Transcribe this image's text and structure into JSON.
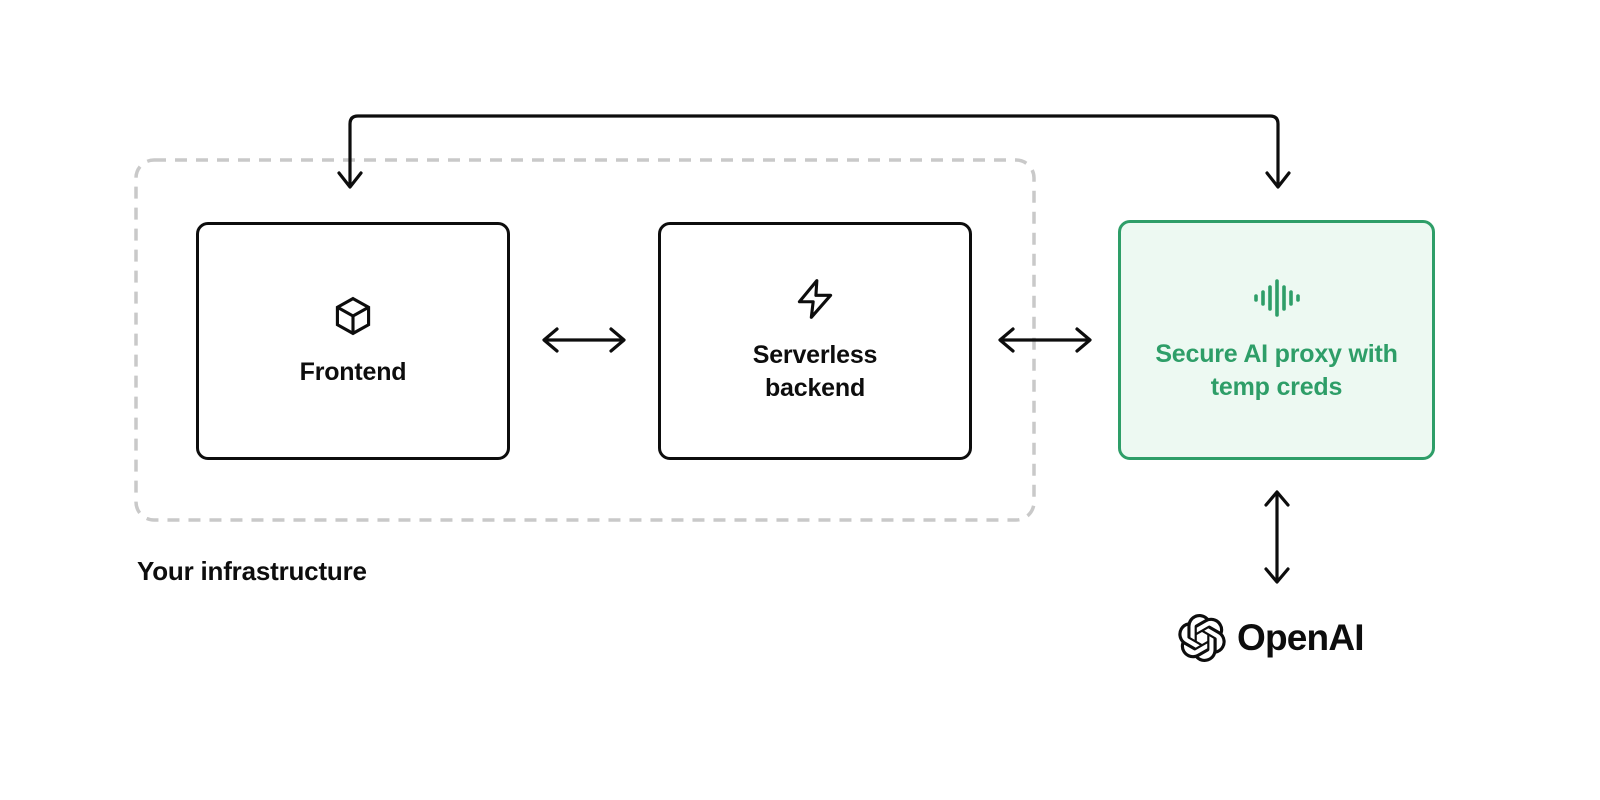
{
  "infrastructure": {
    "label": "Your infrastructure"
  },
  "nodes": {
    "frontend": {
      "label": "Frontend",
      "icon": "cube-icon"
    },
    "serverless_backend": {
      "label": "Serverless backend",
      "icon": "lightning-bolt-icon"
    },
    "secure_proxy": {
      "label": "Secure AI proxy with temp creds",
      "icon": "audio-waveform-icon"
    },
    "openai": {
      "label": "OpenAI",
      "icon": "openai-logo-icon"
    }
  },
  "connections": [
    {
      "from": "frontend",
      "to": "secure_proxy",
      "bidirectional": true,
      "route": "elbow-over-top"
    },
    {
      "from": "frontend",
      "to": "serverless_backend",
      "bidirectional": true,
      "route": "straight"
    },
    {
      "from": "serverless_backend",
      "to": "secure_proxy",
      "bidirectional": true,
      "route": "straight"
    },
    {
      "from": "secure_proxy",
      "to": "openai",
      "bidirectional": true,
      "route": "straight"
    }
  ],
  "colors": {
    "background": "#ffffff",
    "box_border": "#0d0d0d",
    "dashed_boundary": "#c9c9c9",
    "accent_green": "#2e9e68",
    "accent_green_bg": "#edf9f2",
    "text": "#0d0d0d"
  }
}
